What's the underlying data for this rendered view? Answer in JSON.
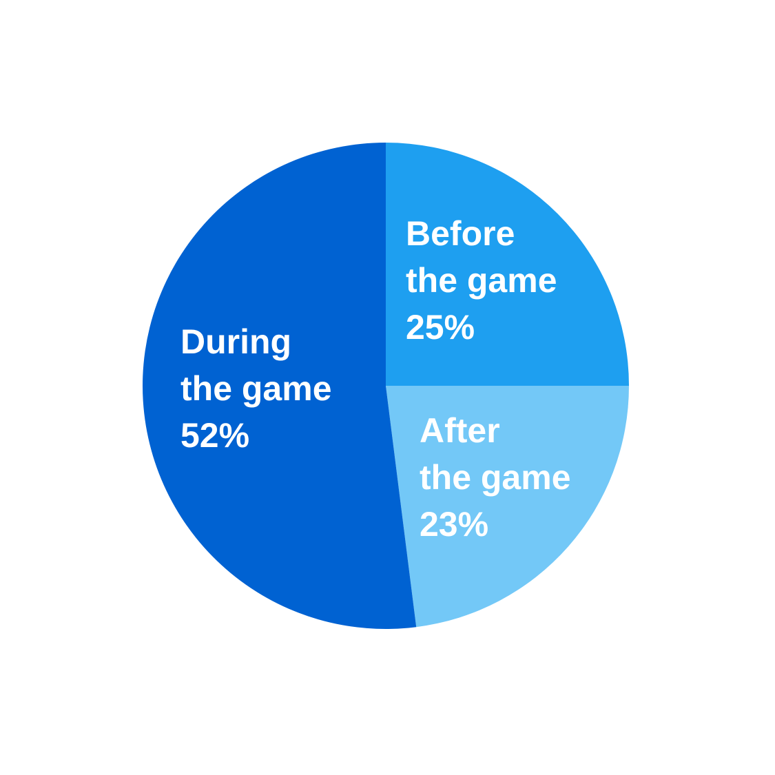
{
  "chart_data": {
    "type": "pie",
    "slices": [
      {
        "name": "Before",
        "label_lines": [
          "Before",
          "the game",
          "25%"
        ],
        "value": 25,
        "color": "#1E9FF0"
      },
      {
        "name": "After",
        "label_lines": [
          "After",
          "the game",
          "23%"
        ],
        "value": 23,
        "color": "#73C8F7"
      },
      {
        "name": "During",
        "label_lines": [
          "During",
          "the game",
          "52%"
        ],
        "value": 52,
        "color": "#0062D2"
      }
    ],
    "start_direction": "top",
    "direction": "clockwise"
  }
}
